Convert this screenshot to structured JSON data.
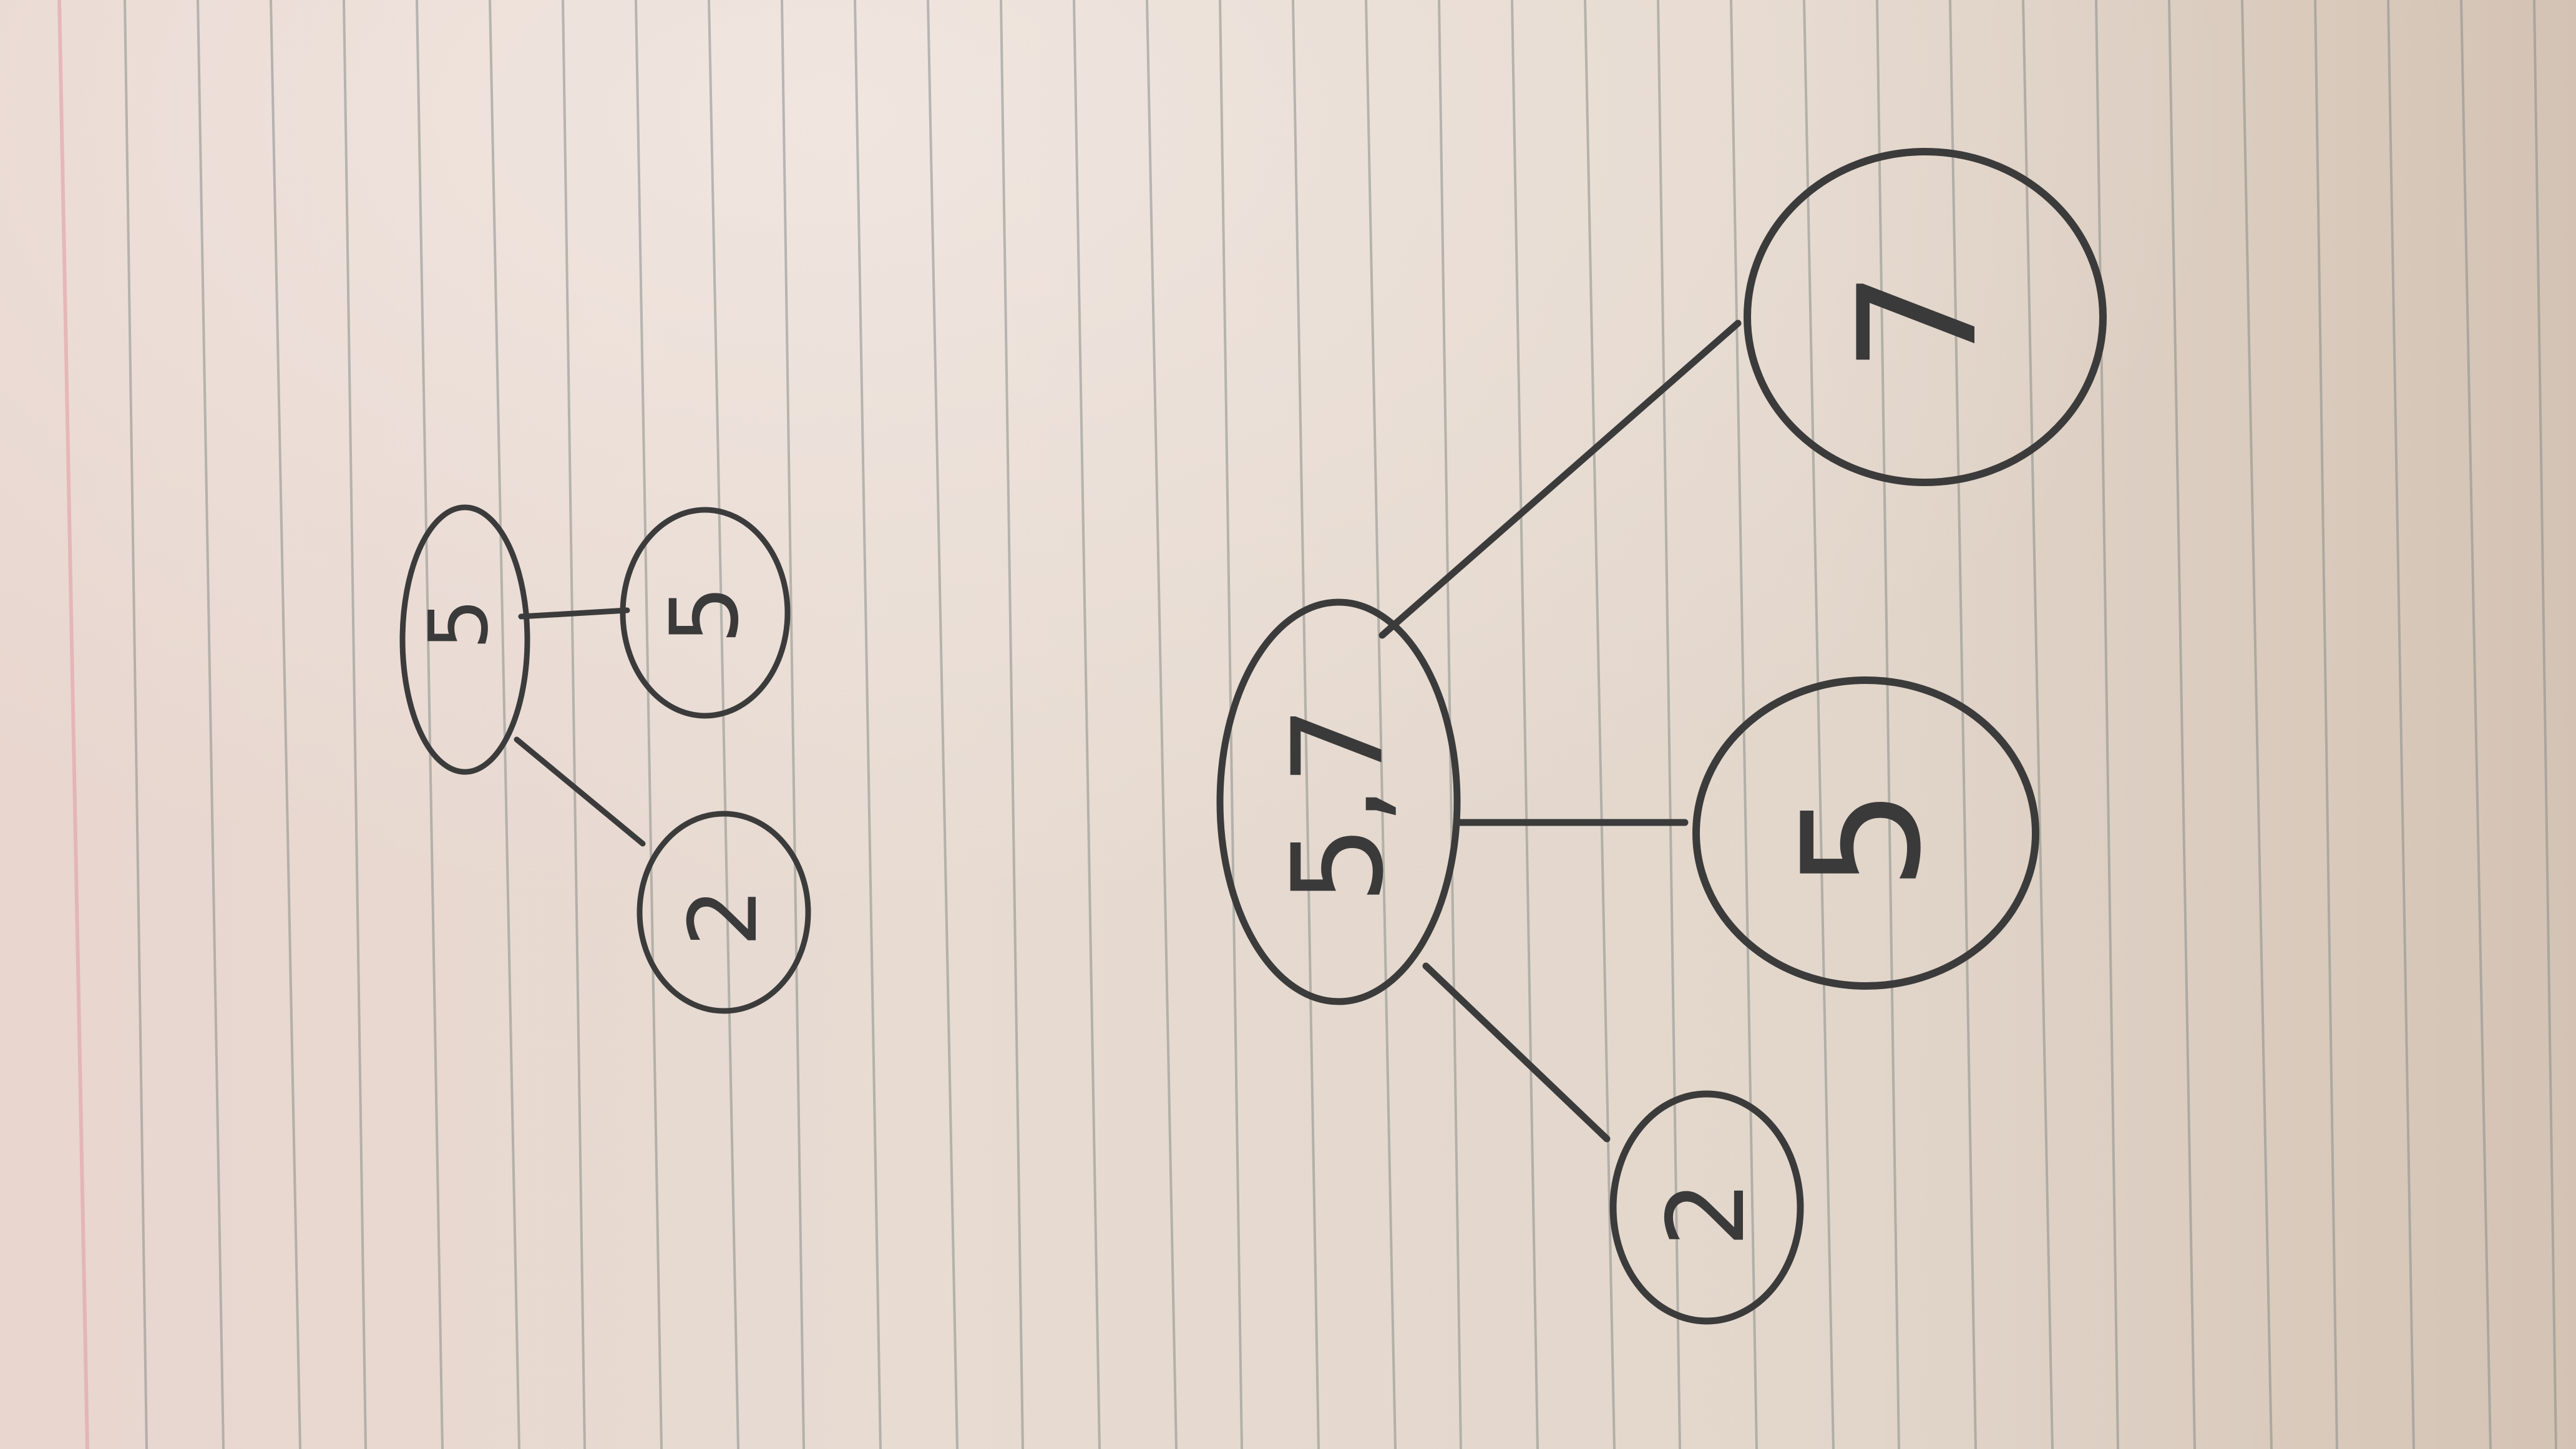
{
  "paper": {
    "colors": {
      "paper": "#e9ddd2",
      "shadow": "#c9b6a5",
      "rule_line": "#8a8f8a",
      "margin_line": "#e3a0a8",
      "ink": "#3b3b3b"
    }
  },
  "diagrams": [
    {
      "name": "small-tree",
      "nodes": [
        {
          "id": "root",
          "label": "5"
        },
        {
          "id": "child-5",
          "label": "5"
        },
        {
          "id": "child-2",
          "label": "2"
        }
      ],
      "edges": [
        {
          "from": "root",
          "to": "child-5"
        },
        {
          "from": "root",
          "to": "child-2"
        }
      ]
    },
    {
      "name": "large-tree",
      "nodes": [
        {
          "id": "root",
          "label": "5,7"
        },
        {
          "id": "child-7",
          "label": "7"
        },
        {
          "id": "child-5",
          "label": "5"
        },
        {
          "id": "child-2",
          "label": "2"
        }
      ],
      "edges": [
        {
          "from": "root",
          "to": "child-7"
        },
        {
          "from": "root",
          "to": "child-5"
        },
        {
          "from": "root",
          "to": "child-2"
        }
      ]
    }
  ]
}
